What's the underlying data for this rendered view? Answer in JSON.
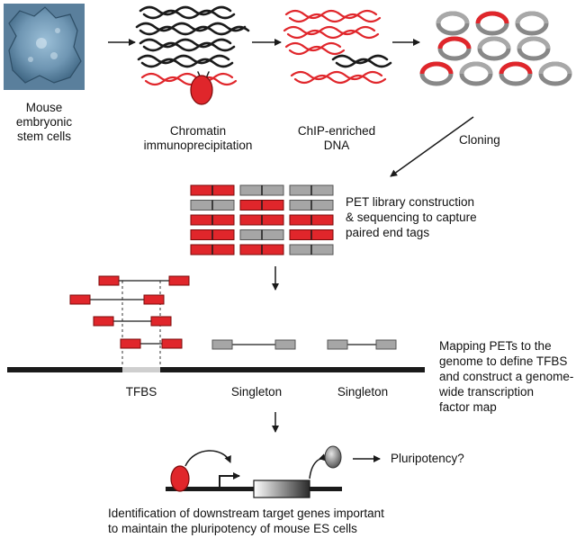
{
  "colors": {
    "red": "#e0262b",
    "red_stroke": "#7a0a0a",
    "gray": "#a6a6a6",
    "gray_stroke": "#555555",
    "black": "#1a1a1a",
    "baseline_gray": "#cfcfcf",
    "stem_cell_bg": "#5a7f9c"
  },
  "icons": {
    "stem_cell": "stem-cell-micrograph-icon",
    "chromatin": "chromatin-strands-icon",
    "chip_dna": "dna-strands-icon",
    "clones": "plasmid-clones-icon",
    "pet_library": "pet-tag-grid-icon",
    "mapping": "pet-genome-mapping-icon",
    "transcription": "gene-transcription-icon"
  },
  "steps": {
    "stem_cells": "Mouse embryonic\nstem cells",
    "chromatin": "Chromatin\nimmunoprecipitation",
    "chip_dna": "ChIP-enriched\nDNA",
    "cloning": "Cloning",
    "pet_library": "PET library construction\n& sequencing to capture\npaired end tags",
    "mapping": "Mapping PETs to the\ngenome to define TFBS\nand construct a genome-\nwide transcription\nfactor map",
    "identification": "Identification of downstream target genes important\nto maintain the pluripotency of mouse ES cells"
  },
  "map_labels": {
    "tfbs": "TFBS",
    "singleton1": "Singleton",
    "singleton2": "Singleton"
  },
  "pluripotency": "Pluripotency?",
  "pet_grid": [
    [
      "red",
      "gray",
      "gray"
    ],
    [
      "gray",
      "red",
      "gray"
    ],
    [
      "red",
      "red",
      "red"
    ],
    [
      "red",
      "gray",
      "red"
    ],
    [
      "red",
      "red",
      "gray"
    ]
  ],
  "clone_grid": [
    [
      "gray",
      "red",
      "gray"
    ],
    [
      "red",
      "gray",
      "gray"
    ],
    [
      "red",
      "gray",
      "red",
      "gray"
    ]
  ]
}
